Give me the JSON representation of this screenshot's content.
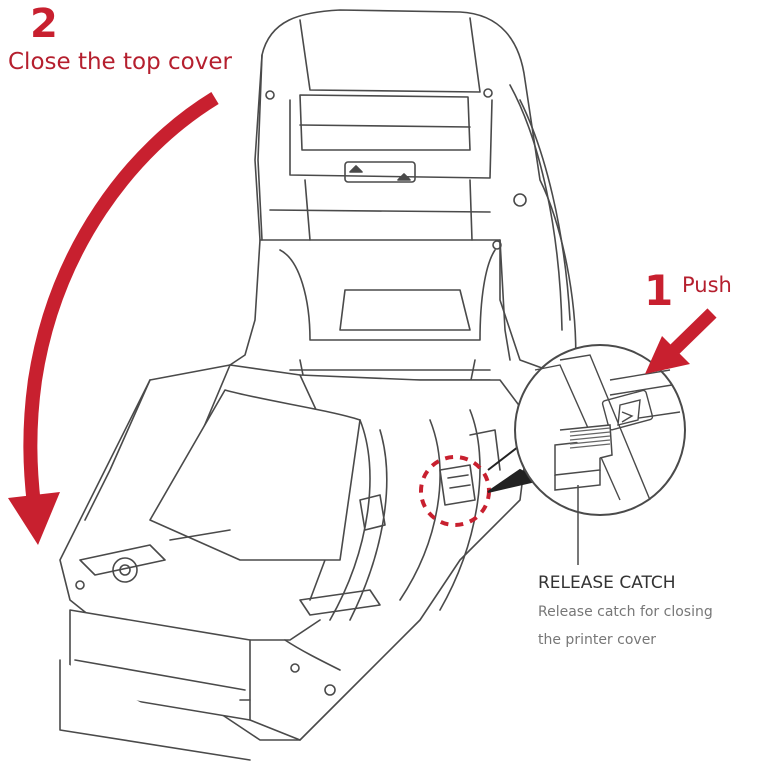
{
  "colors": {
    "accent": "#c8202f",
    "line": "#4a4a4a",
    "label": "#333333",
    "sublabel": "#777777"
  },
  "step2": {
    "number": "2",
    "text": "Close the top cover"
  },
  "step1": {
    "number": "1",
    "text": "Push"
  },
  "callout": {
    "title": "RELEASE CATCH",
    "desc_line1": "Release catch for closing",
    "desc_line2": "the printer cover"
  },
  "icons": [
    "curved-arrow-icon",
    "push-arrow-icon",
    "dashed-circle-highlight",
    "magnified-inset",
    "printer-illustration"
  ]
}
